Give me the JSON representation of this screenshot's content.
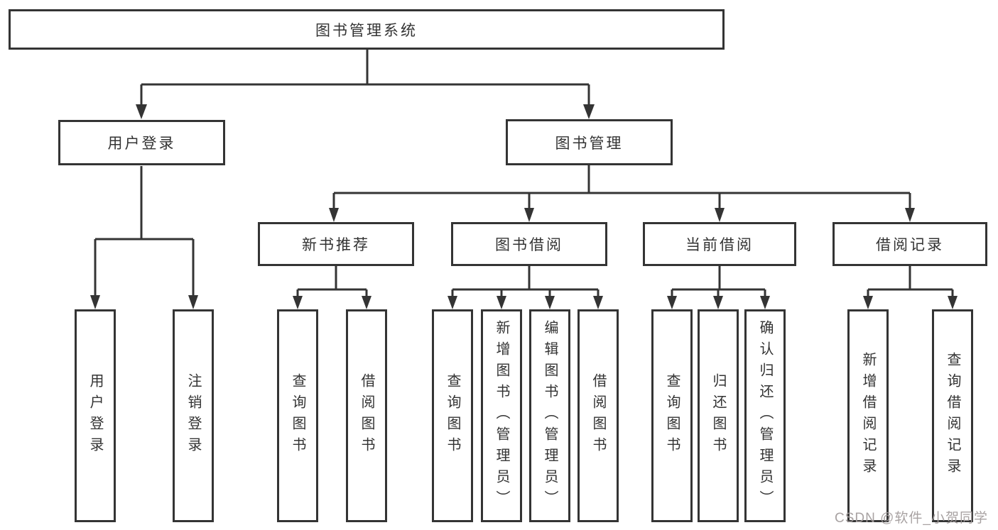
{
  "watermark": "CSDN @软件_小贺同学",
  "tree": {
    "label": "图书管理系统",
    "children": [
      {
        "label": "用户登录",
        "children": [
          {
            "label": "用户登录"
          },
          {
            "label": "注销登录"
          }
        ]
      },
      {
        "label": "图书管理",
        "children": [
          {
            "label": "新书推荐",
            "children": [
              {
                "label": "查询图书"
              },
              {
                "label": "借阅图书"
              }
            ]
          },
          {
            "label": "图书借阅",
            "children": [
              {
                "label": "查询图书"
              },
              {
                "label": "新增图书（管理员）"
              },
              {
                "label": "编辑图书（管理员）"
              },
              {
                "label": "借阅图书"
              }
            ]
          },
          {
            "label": "当前借阅",
            "children": [
              {
                "label": "查询图书"
              },
              {
                "label": "归还图书"
              },
              {
                "label": "确认归还（管理员）"
              }
            ]
          },
          {
            "label": "借阅记录",
            "children": [
              {
                "label": "新增借阅记录"
              },
              {
                "label": "查询借阅记录"
              }
            ]
          }
        ]
      }
    ]
  }
}
